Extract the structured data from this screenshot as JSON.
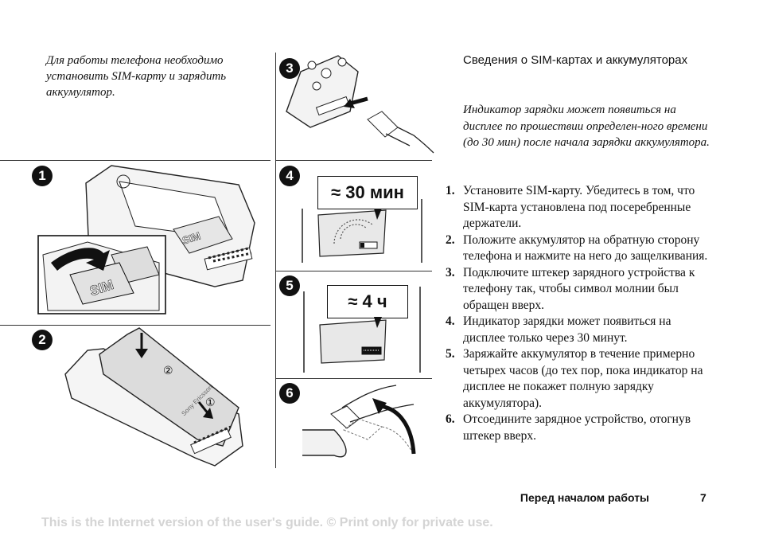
{
  "intro_text": "Для работы телефона необходимо установить SIM-карту и зарядить аккумулятор.",
  "heading": "Сведения о SIM-картах и аккумуляторах",
  "charging_note": "Индикатор зарядки может появиться на дисплее по прошествии определен-ного времени (до 30 мин) после начала зарядки аккумулятора.",
  "figures": {
    "badges": [
      "1",
      "2",
      "3",
      "4",
      "5",
      "6"
    ],
    "sim_label": "SIM",
    "brand_label": "Sony Ericsson",
    "marker_1": "①",
    "marker_2": "②",
    "callout_30min": "≈ 30 мин",
    "callout_4h": "≈ 4 ч"
  },
  "steps": [
    {
      "num": "1.",
      "text": "Установите SIM-карту. Убедитесь в том, что SIM-карта установлена под посеребренные держатели."
    },
    {
      "num": "2.",
      "text": "Положите аккумулятор на обратную сторону телефона и нажмите на него до защелкивания."
    },
    {
      "num": "3.",
      "text": "Подключите штекер зарядного устройства к телефону так, чтобы символ молнии был обращен вверх."
    },
    {
      "num": "4.",
      "text": "Индикатор зарядки может появиться на дисплее только через 30 минут."
    },
    {
      "num": "5.",
      "text": "Заряжайте аккумулятор в течение примерно четырех часов (до тех пор, пока индикатор на дисплее не покажет полную зарядку аккумулятора)."
    },
    {
      "num": "6.",
      "text": "Отсоедините зарядное устройство, отогнув штекер вверх."
    }
  ],
  "footer": {
    "section_title": "Перед началом работы",
    "page_number": "7",
    "watermark": "This is the Internet version of the user's guide. © Print only for private use."
  }
}
